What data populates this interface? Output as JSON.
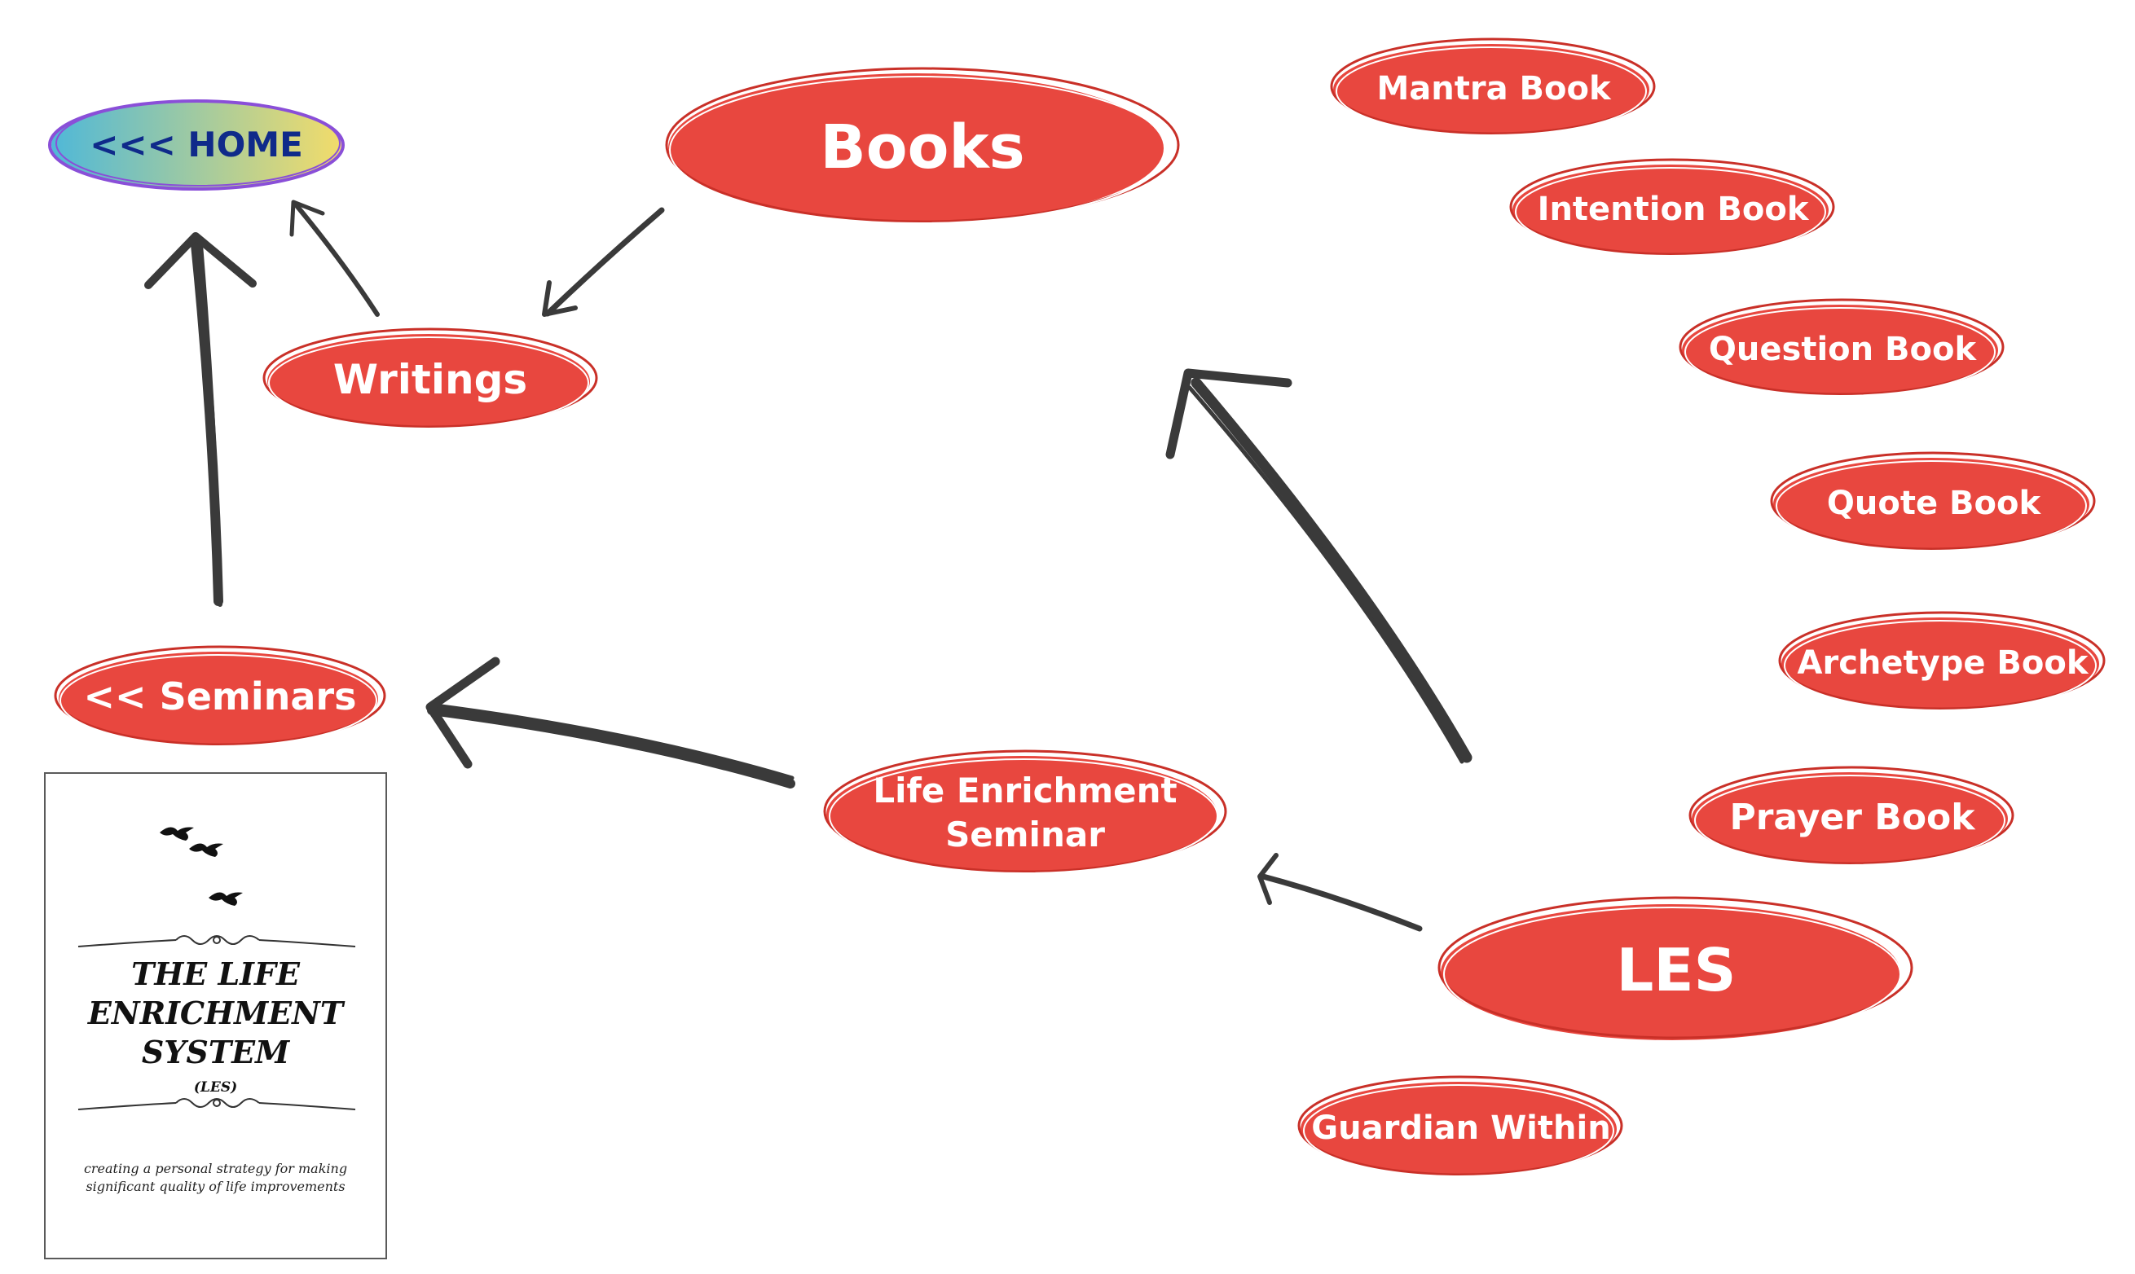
{
  "nodes": {
    "home": "<<< HOME",
    "books": "Books",
    "writings": "Writings",
    "seminars": "<< Seminars",
    "life_enrichment_seminar": "Life Enrichment\nSeminar",
    "les": "LES",
    "guardian_within": "Guardian Within",
    "mantra_book": "Mantra Book",
    "intention_book": "Intention Book",
    "question_book": "Question Book",
    "quote_book": "Quote Book",
    "archetype_book": "Archetype Book",
    "prayer_book": "Prayer Book"
  },
  "book_cover": {
    "title": "THE LIFE ENRICHMENT SYSTEM",
    "title_lines": [
      "THE LIFE",
      "ENRICHMENT",
      "SYSTEM"
    ],
    "subtitle": "(LES)",
    "tagline": "creating a personal strategy for making significant quality of life improvements"
  },
  "colors": {
    "node_red": "#E8473F",
    "node_stroke": "#C93028",
    "arrow": "#3a3a3a",
    "home_gradient_start": "#4FB8D8",
    "home_gradient_end": "#F2DC6A",
    "home_border": "#8A4FD8",
    "home_text": "#0F2A8A",
    "text_white": "#FFFFFF"
  }
}
